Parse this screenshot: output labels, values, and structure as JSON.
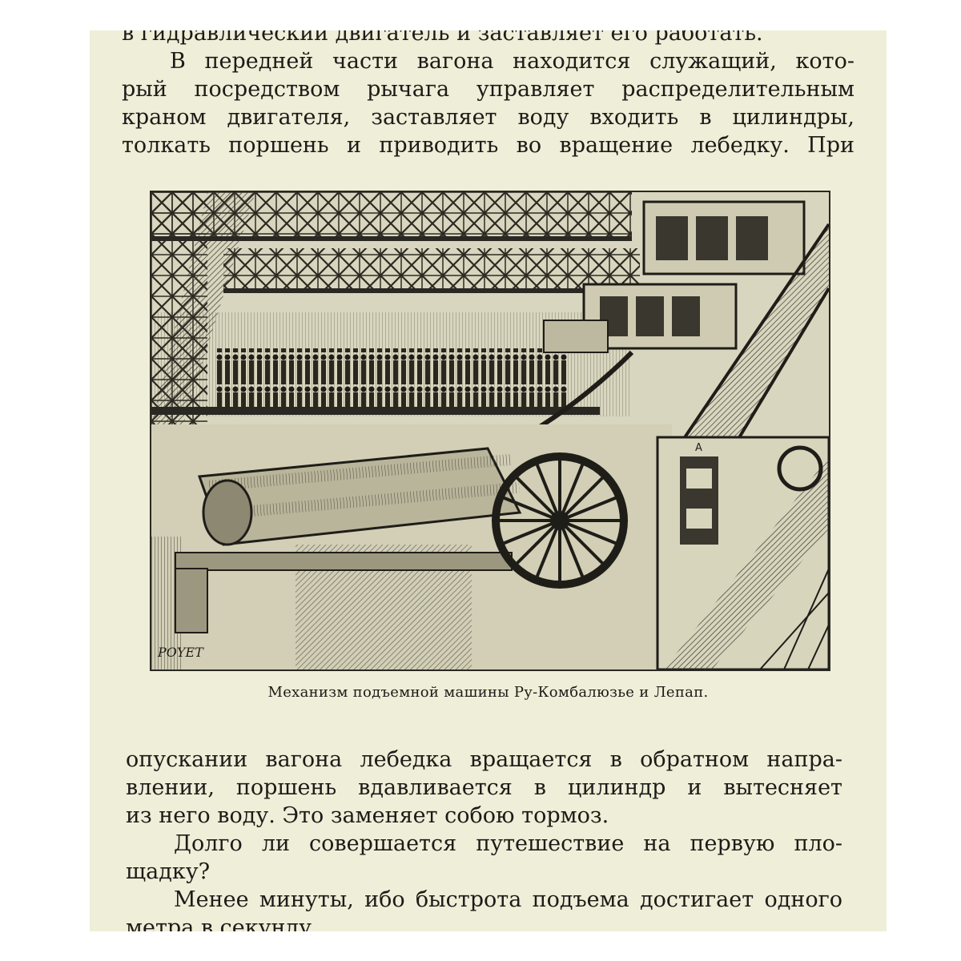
{
  "page": {
    "paper_color": "#efeed8",
    "ink_color": "#1c1b18"
  },
  "top_paragraphs": {
    "line_0": "в гидравлический двигатель и заставляет его работать.",
    "line_1": "В передней части вагона находится служащий, кото-",
    "line_2": "рый посредством рычага управляет распределительным",
    "line_3": "краном двигателя, заставляет воду входить в цилиндры,",
    "line_4": "толкать поршень и приводить во вращение лебедку. При"
  },
  "figure": {
    "signature": "POYET",
    "inset_label": "A",
    "caption": "Механизм подъемной машины Ру-Комбалюзье и Лепап."
  },
  "bottom_paragraphs": {
    "line_0": "опускании вагона лебедка вращается в обратном напра-",
    "line_1": "влении, поршень вдавливается в цилиндр и вытесняет",
    "line_2": "из него воду. Это заменяет собою тормоз.",
    "line_3": "Долго ли совершается путешествие на первую пло-",
    "line_4": "щадку?",
    "line_5": "Менее минуты, ибо быстрота подъема достигает одного",
    "line_6": "метра в секунду."
  }
}
